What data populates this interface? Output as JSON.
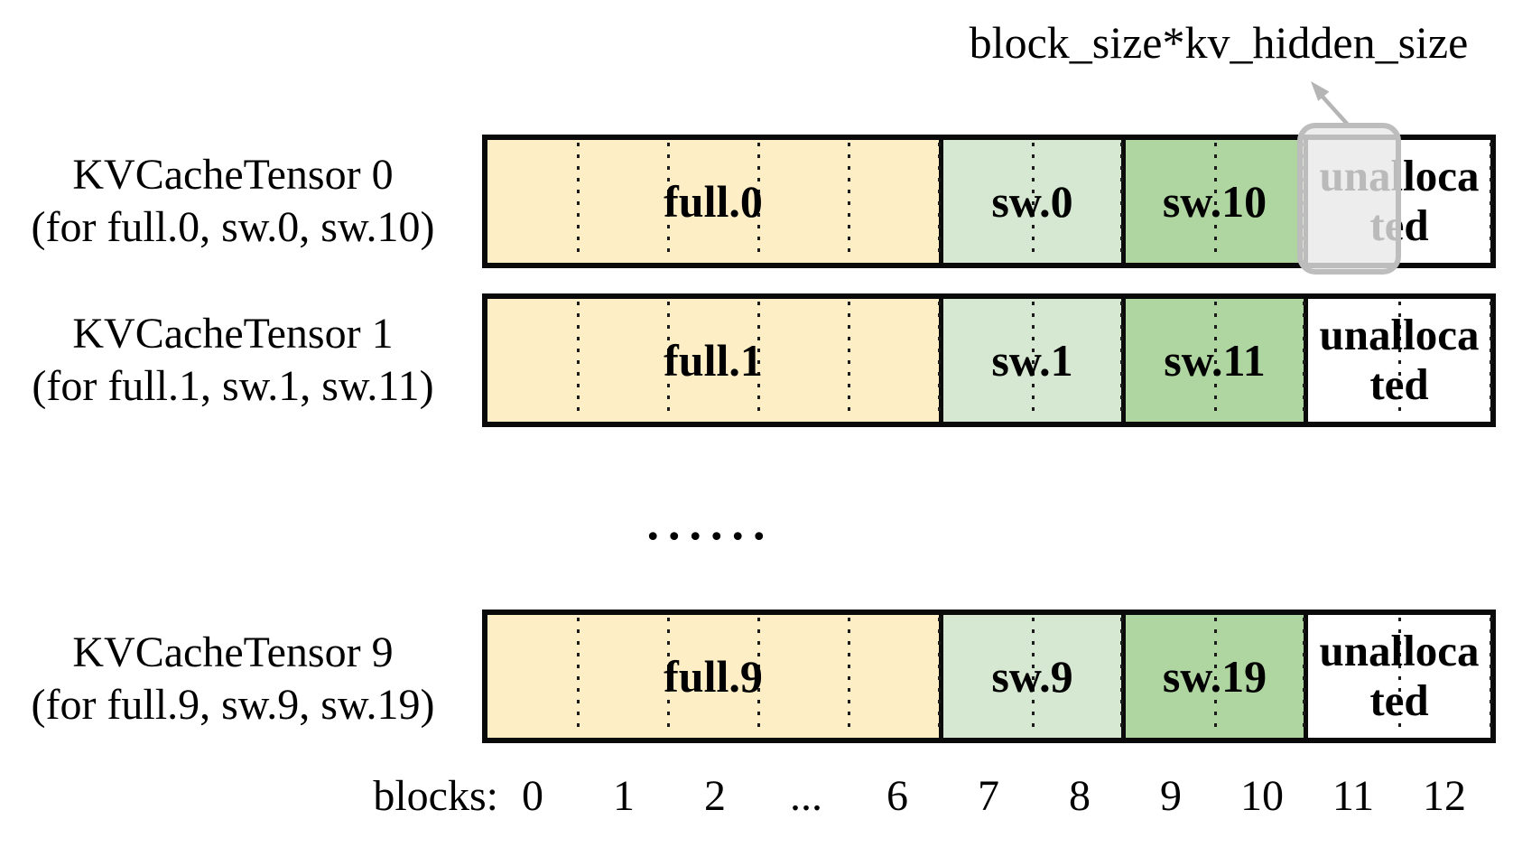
{
  "annotation": {
    "label": "block_size*kv_hidden_size"
  },
  "rows": [
    {
      "name": "KVCacheTensor 0",
      "subtitle": "(for full.0, sw.0, sw.10)",
      "sections": [
        {
          "label": "full.0"
        },
        {
          "label": "sw.0"
        },
        {
          "label": "sw.10"
        },
        {
          "label": "unallocated"
        }
      ]
    },
    {
      "name": "KVCacheTensor 1",
      "subtitle": "(for full.1, sw.1, sw.11)",
      "sections": [
        {
          "label": "full.1"
        },
        {
          "label": "sw.1"
        },
        {
          "label": "sw.11"
        },
        {
          "label": "unallocated"
        }
      ]
    },
    {
      "name": "KVCacheTensor 9",
      "subtitle": "(for full.9, sw.9, sw.19)",
      "sections": [
        {
          "label": "full.9"
        },
        {
          "label": "sw.9"
        },
        {
          "label": "sw.19"
        },
        {
          "label": "unallocated"
        }
      ]
    }
  ],
  "ellipsis": "......",
  "axis": {
    "label": "blocks:",
    "ticks": [
      "0",
      "1",
      "2",
      "...",
      "6",
      "7",
      "8",
      "9",
      "10",
      "11",
      "12"
    ]
  },
  "colors": {
    "full_attention_block": "#FDEEC6",
    "sliding_window_block_light": "#D6E8D1",
    "sliding_window_block_dark": "#AFD6A0",
    "unallocated_block": "#FFFFFF",
    "bar_border": "#0A0A0A",
    "highlight_border": "#BDBDBD",
    "highlight_fill": "rgba(233,233,233,0.8)",
    "arrow": "#B5B5B5",
    "text": "#000000"
  }
}
